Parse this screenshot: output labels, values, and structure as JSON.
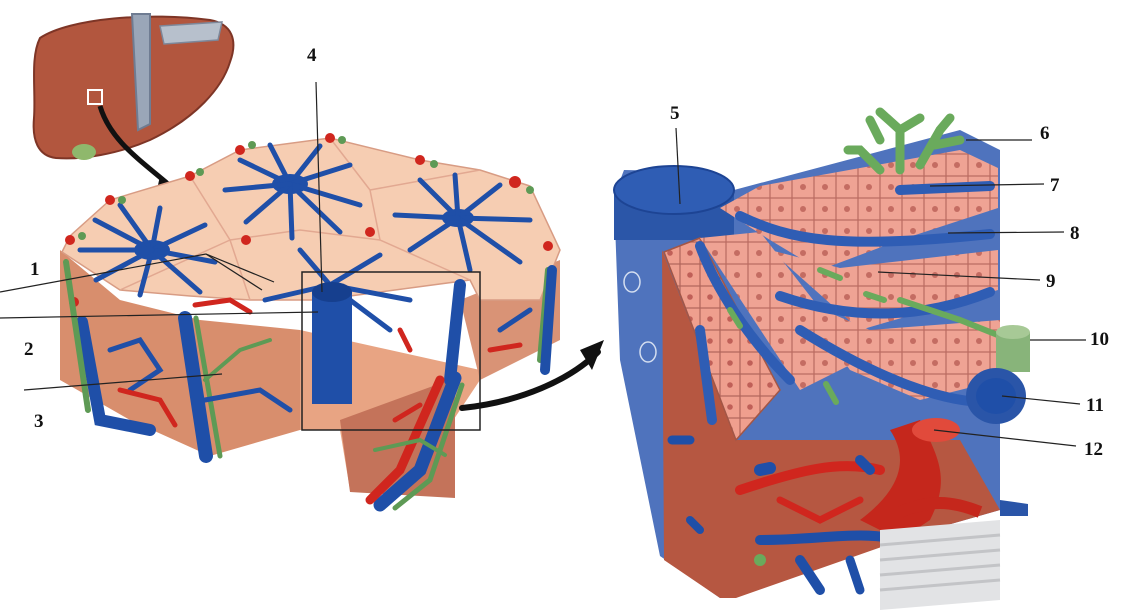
{
  "labels": {
    "l1": "1",
    "l2": "2",
    "l3": "3",
    "l4": "4",
    "l5": "5",
    "l6": "6",
    "l7": "7",
    "l8": "8",
    "l9": "9",
    "l10": "10",
    "l11": "11",
    "l12": "12"
  },
  "colors": {
    "liver": "#b2563e",
    "liver_dark": "#8a3b2a",
    "lobule_surface": "#f6cdb2",
    "lobule_side": "#e8a483",
    "vein_blue": "#1f4fa8",
    "vein_blue_light": "#4f73bd",
    "artery_red": "#d0261e",
    "bile_green": "#5e9a55",
    "hepatocyte": "#efa394",
    "hepatocyte_edge": "#b96a60",
    "nucleus": "#c46c62",
    "lymph_gray": "#cfd0d2",
    "ivc_gray": "#a9b1bd"
  }
}
